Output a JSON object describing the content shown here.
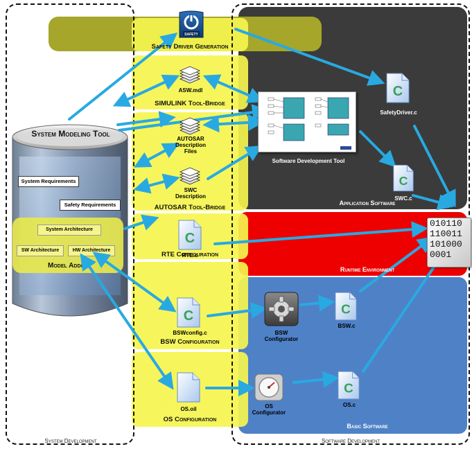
{
  "regions": {
    "system_development": "System Development",
    "software_development": "Software Development"
  },
  "layers": {
    "application": "Application Software",
    "rte": "Runtime Environment",
    "basic": "Basic Software"
  },
  "bridges": {
    "safety": "Safety Driver Generation",
    "simulink": "SIMULINK Tool-Bridge",
    "autosar": "AUTOSAR Tool-Bridge",
    "rte": "RTE Configuration",
    "bsw": "BSW Configuration",
    "os": "OS Configuration"
  },
  "tool": {
    "title": "System Modeling Tool",
    "system_requirements": "System Requirements",
    "safety_requirements": "Safety Requirements",
    "system_architecture": "System Architecture",
    "sw_architecture": "SW Architecture",
    "hw_architecture": "HW Architecture",
    "model_addon": "Model Addon"
  },
  "files": {
    "asw_mdl": "ASW.mdl",
    "autosar_description_l1": "AUTOSAR",
    "autosar_description_l2": "Description",
    "autosar_description_l3": "Files",
    "swc_description_l1": "SWC",
    "swc_description_l2": "Description",
    "safety_driver_c": "SafetyDriver.c",
    "swc_c": "SWC.c",
    "rte_c": "RTE.c",
    "bswconfig_c": "BSWconfig.c",
    "bsw_c": "BSW.c",
    "os_oil": "OS.oil",
    "os_c": "OS.c"
  },
  "tools": {
    "software_development_tool": "Software Development Tool",
    "bsw_configurator_l1": "BSW",
    "bsw_configurator_l2": "Configurator",
    "os_configurator_l1": "OS",
    "os_configurator_l2": "Configurator",
    "safety_badge": "SAFETY"
  },
  "binary": [
    "010110",
    "110011",
    "101000",
    "0001"
  ],
  "colors": {
    "application": "#3a3a3a",
    "rte": "#ee0000",
    "basic": "#4f81c7",
    "bridge_yellow": "#f2f24a",
    "arrow": "#29a9e1"
  }
}
